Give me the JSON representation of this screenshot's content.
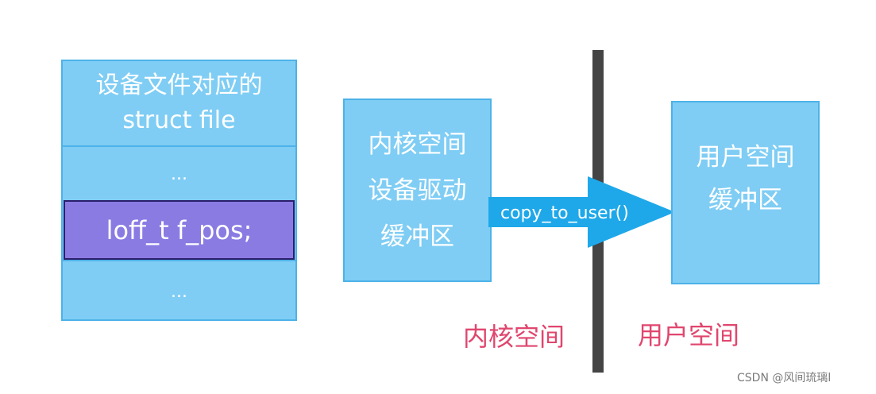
{
  "struct_file": {
    "title_line1": "设备文件对应的",
    "title_line2": "struct file",
    "dots_top": "...",
    "field": "loff_t f_pos;",
    "dots_bottom": "..."
  },
  "kernel_box": {
    "line1": "内核空间",
    "line2": "设备驱动",
    "line3": "缓冲区"
  },
  "arrow_label": "copy_to_user()",
  "user_box": {
    "line1": "用户空间",
    "line2": "缓冲区"
  },
  "labels": {
    "kernel_space": "内核空间",
    "user_space": "用户空间"
  },
  "watermark": "CSDN @风间琉璃l",
  "colors": {
    "box_fill": "#7fcdf4",
    "box_border": "#4db2e8",
    "field_fill": "#8a7be3",
    "arrow": "#1ea8ea",
    "divider": "#444444",
    "label": "#e0466e"
  }
}
